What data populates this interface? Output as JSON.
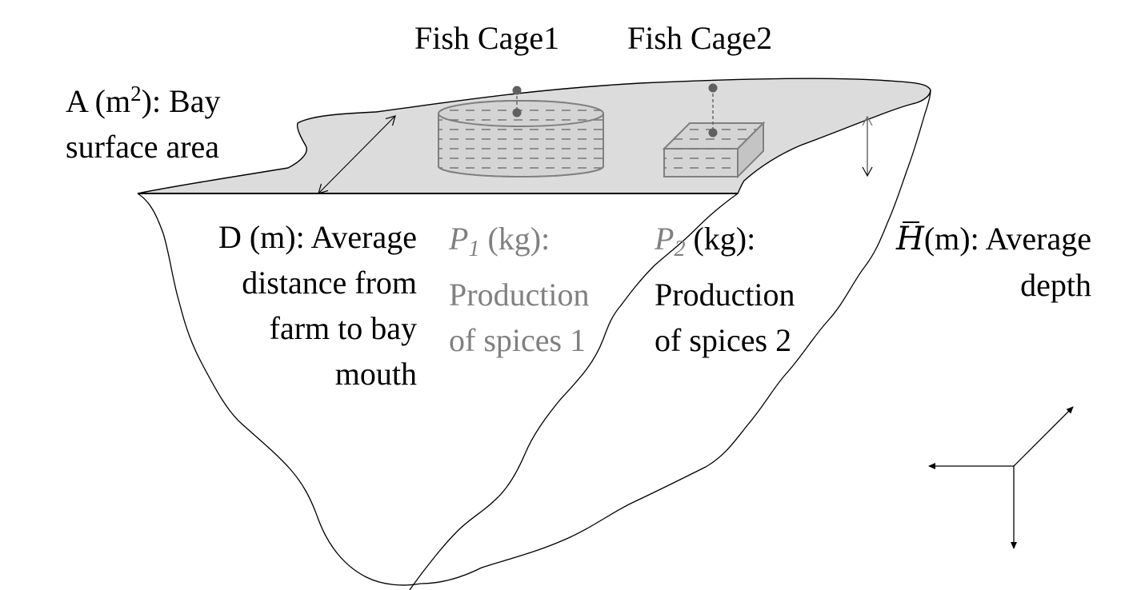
{
  "labels": {
    "cage1": "Fish Cage1",
    "cage2": "Fish Cage2",
    "area": {
      "prefix": "A (m",
      "exp": "2",
      "suffix": "): Bay",
      "line2": "surface area"
    },
    "distance": {
      "lines": [
        "D (m): Average",
        "distance from",
        "farm to bay",
        "mouth"
      ]
    },
    "p1": {
      "symbol": "P",
      "sub": "1",
      "unit": " (kg):",
      "line2": "Production",
      "line3": "of spices 1"
    },
    "p2": {
      "symbol": "P",
      "sub": "2",
      "unit": " (kg):",
      "line2": "Production",
      "line3": "of spices 2"
    },
    "depth": {
      "symbol": "H",
      "unit": "(m): Average",
      "line2": "depth"
    }
  },
  "colors": {
    "surface": "#dcdcdc",
    "outline": "#000000",
    "cage": "#808080",
    "cage_fill": "#d4d4d4",
    "muted_text": "#808080"
  }
}
